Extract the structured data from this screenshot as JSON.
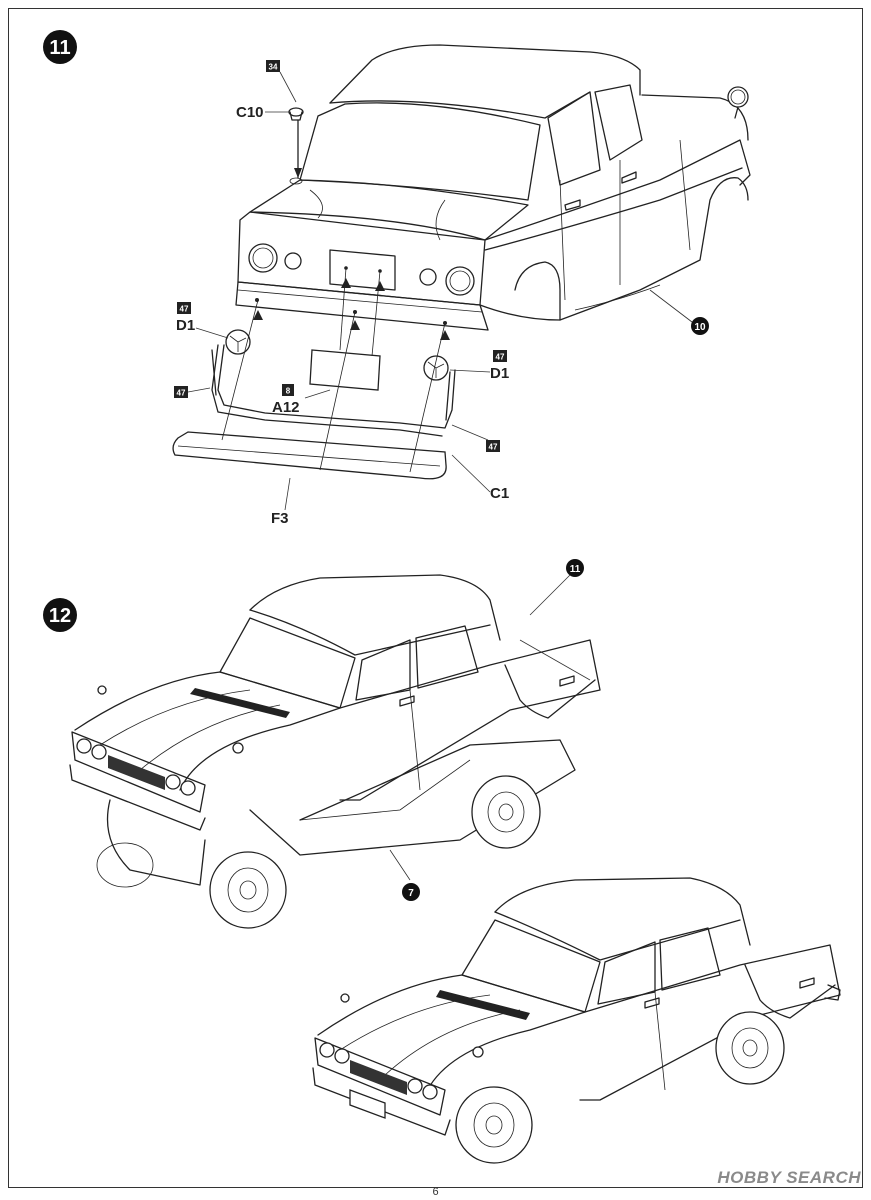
{
  "steps": [
    {
      "number": "11"
    },
    {
      "number": "12"
    }
  ],
  "parts": {
    "c10": "C10",
    "d1": "D1",
    "a12": "A12",
    "f3": "F3",
    "c1": "C1"
  },
  "refs": {
    "r34": "34",
    "r47": "47",
    "r8": "8"
  },
  "callouts": {
    "c10": "10",
    "c11": "11",
    "c7": "7"
  },
  "page": {
    "number": "6"
  },
  "watermark": "HOBBY SEARCH"
}
